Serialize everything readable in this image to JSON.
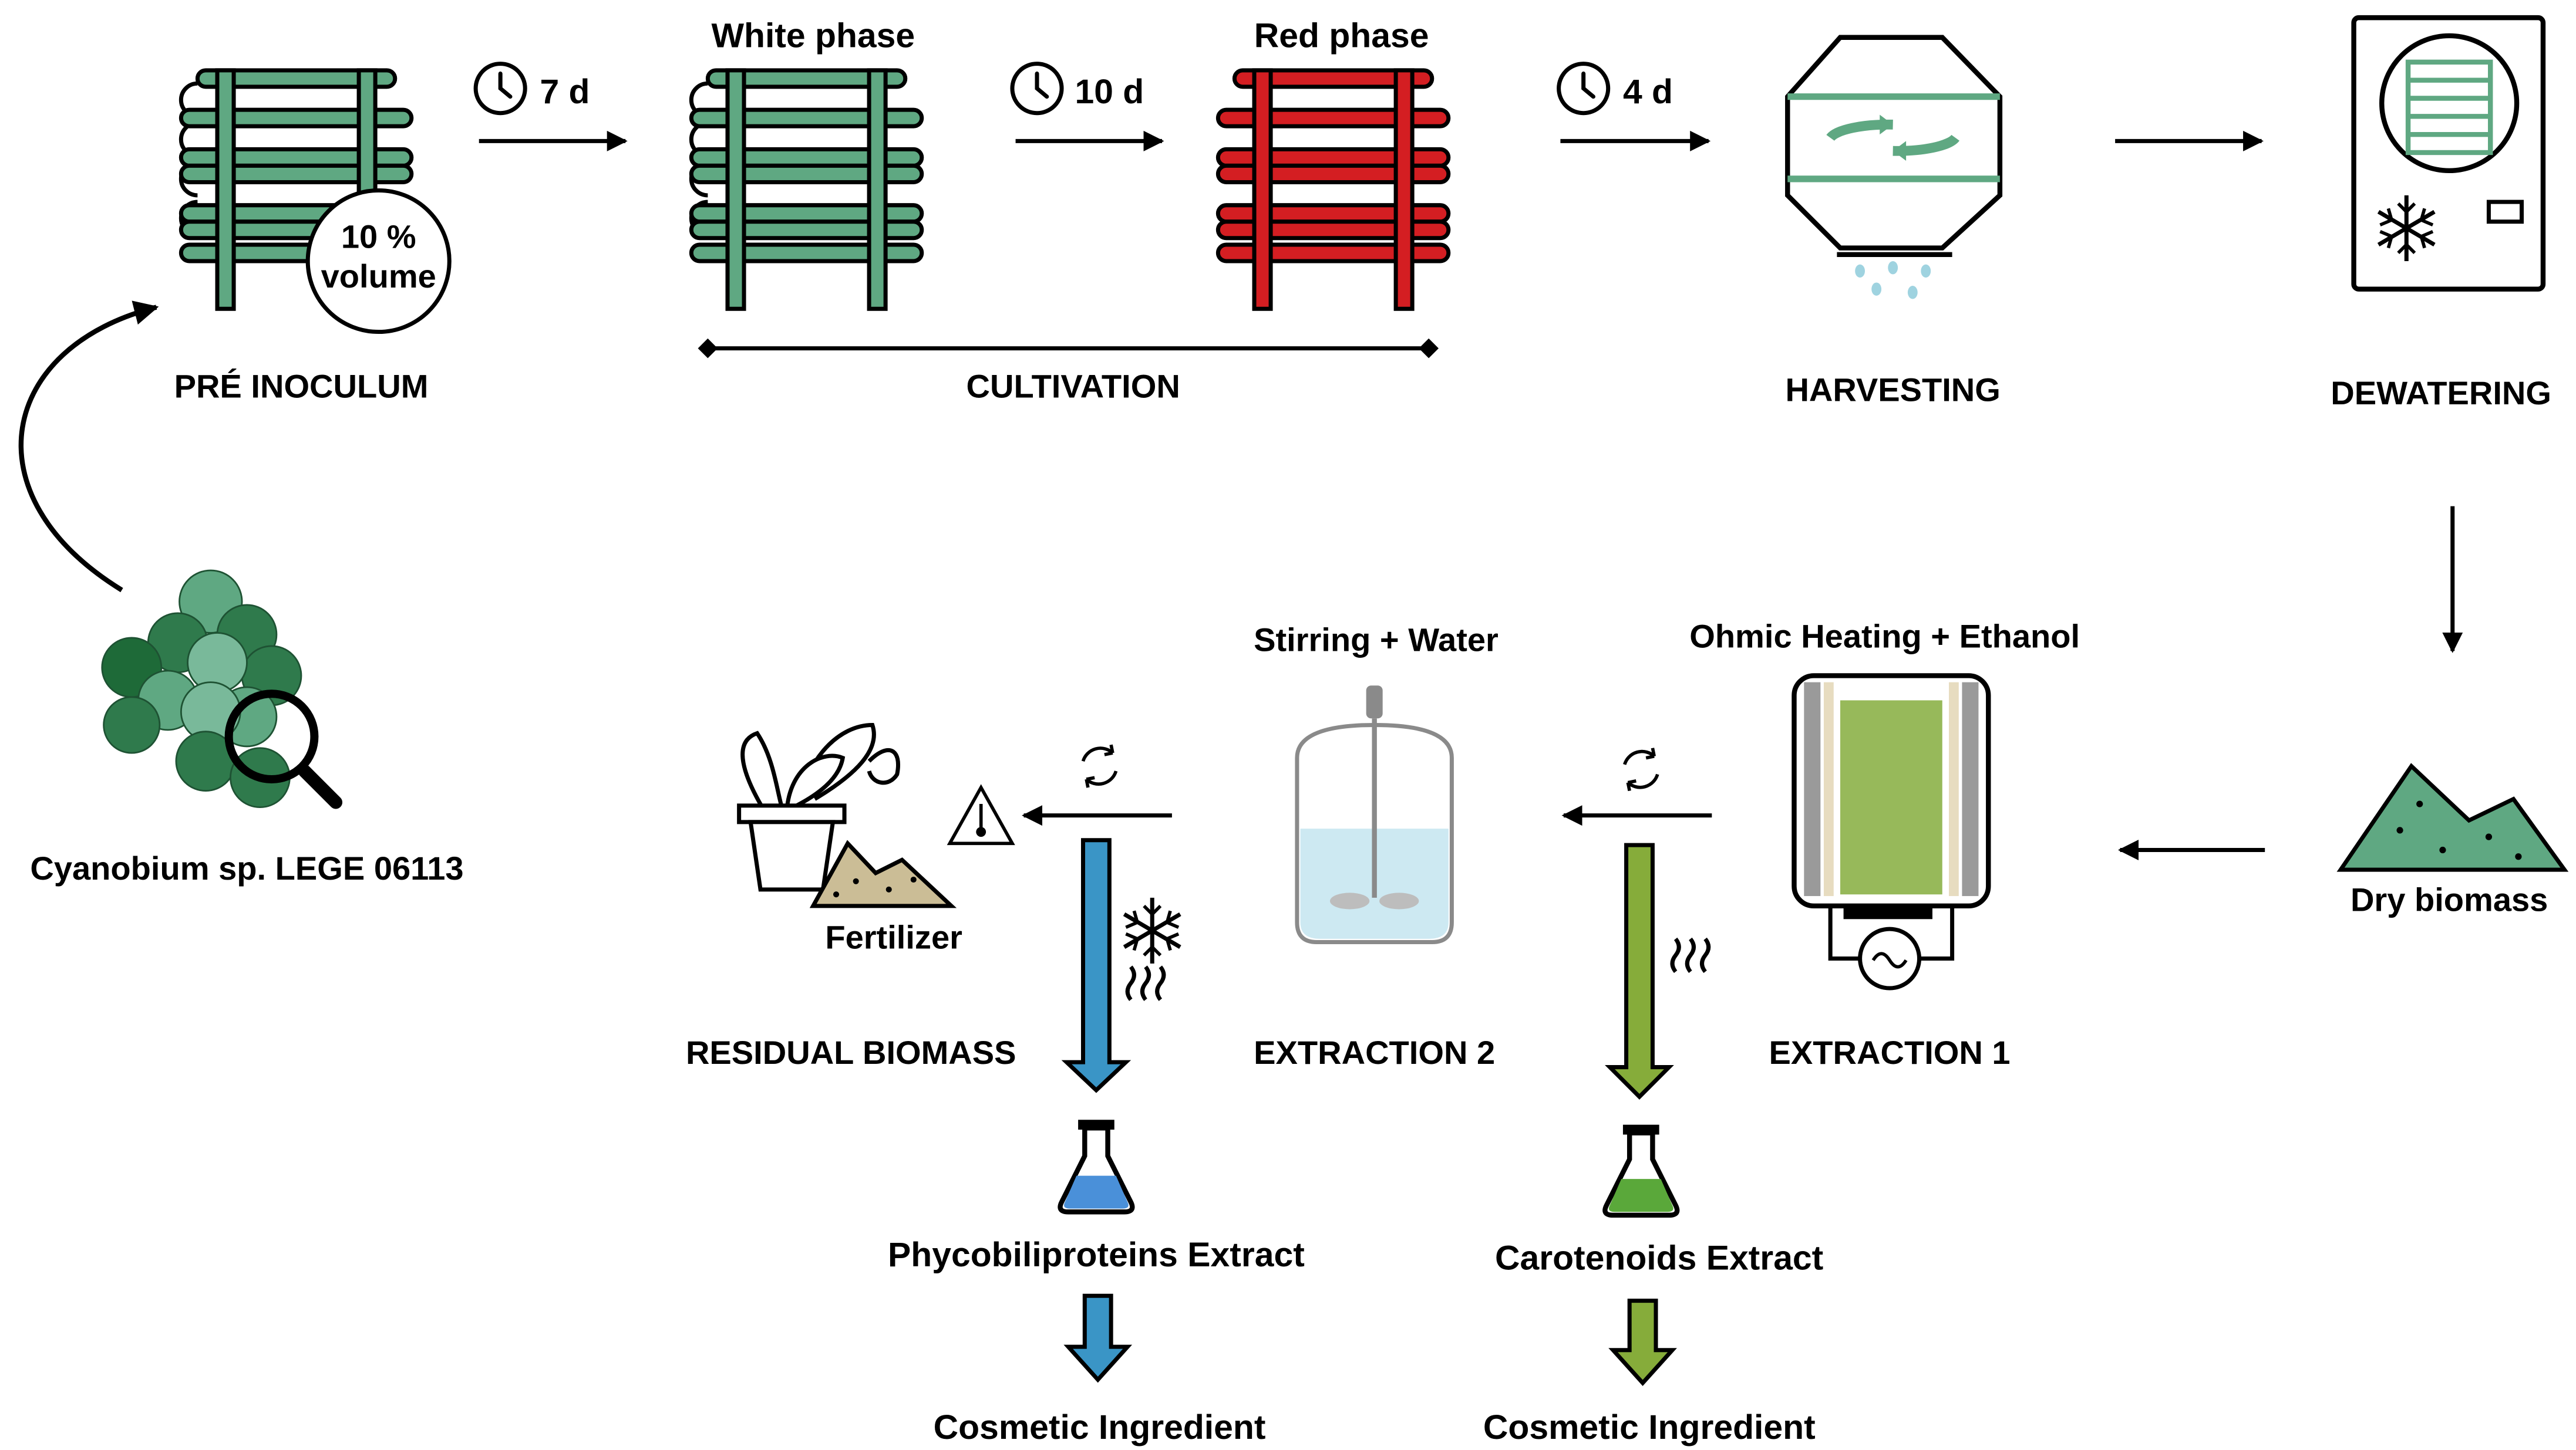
{
  "colors": {
    "green_tube": "#5fa882",
    "green_dark": "#2f7a4c",
    "red_tube": "#d41e22",
    "blue_arrow": "#3a95c6",
    "olive_arrow": "#86ac3a",
    "olive_fill": "#97b95a",
    "sand": "#cbbd96",
    "biomass_green": "#5fa882",
    "water": "#cde9f2",
    "flask_blue": "#4a90d9",
    "flask_green": "#5aa83a"
  },
  "labels": {
    "white_phase": "White phase",
    "red_phase": "Red phase",
    "time_7": "7 d",
    "time_10": "10 d",
    "time_4": "4 d",
    "volume_pct": "10 %",
    "volume_word": "volume",
    "pre_inoculum": "PRÉ INOCULUM",
    "cultivation": "CULTIVATION",
    "harvesting": "HARVESTING",
    "dewatering": "DEWATERING",
    "cyanobium": "Cyanobium sp. LEGE 06113",
    "dry_biomass": "Dry biomass",
    "stirring_water": "Stirring + Water",
    "ohmic_ethanol": "Ohmic Heating + Ethanol",
    "fertilizer": "Fertilizer",
    "residual_biomass": "RESIDUAL BIOMASS",
    "extraction_2": "EXTRACTION 2",
    "extraction_1": "EXTRACTION 1",
    "phyco_extract": "Phycobiliproteins Extract",
    "carotenoids_extract": "Carotenoids Extract",
    "cosmetic_1": "Cosmetic Ingredient",
    "cosmetic_2": "Cosmetic Ingredient"
  },
  "icons": [
    "clock-icon",
    "tubular-photobioreactor-icon",
    "centrifuge-icon",
    "freeze-dryer-icon",
    "snowflake-icon",
    "cyanobacteria-cells-icon",
    "magnifier-icon",
    "biomass-pile-icon",
    "ohmic-heating-reactor-icon",
    "stirred-tank-icon",
    "recycle-icon",
    "heat-waves-icon",
    "warning-thermometer-icon",
    "plant-pot-icon",
    "fertilizer-pile-icon",
    "erlenmeyer-flask-icon"
  ]
}
